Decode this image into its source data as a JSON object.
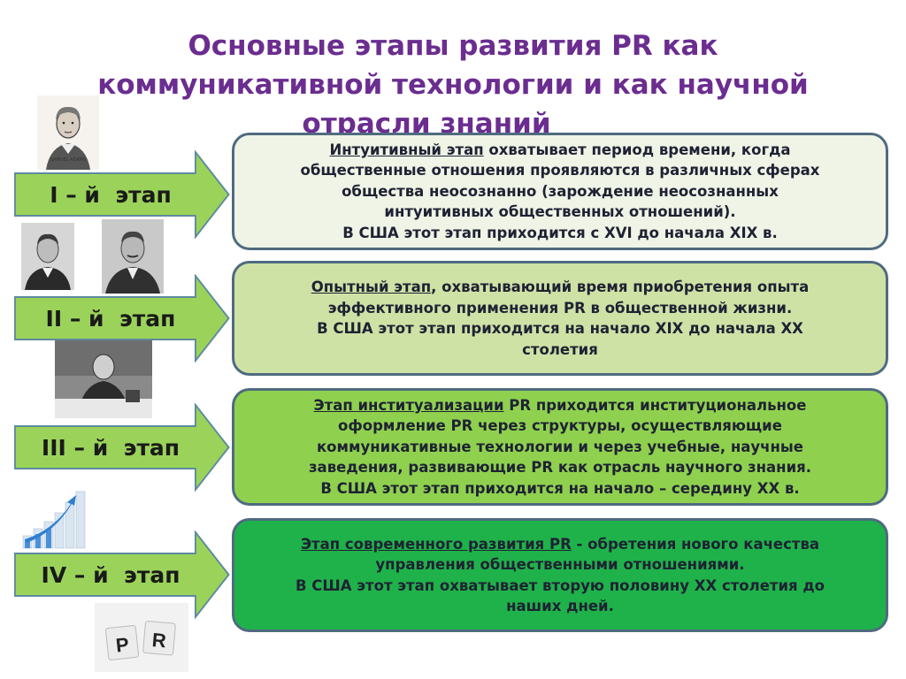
{
  "title": {
    "line1": "Основные этапы развития PR как",
    "line2": "коммуникативной технологии и как научной",
    "line3": "отрасли знаний"
  },
  "portrait_caption": "SAMUEL ADAMS",
  "pr_tile_letters": [
    "P",
    "R"
  ],
  "colors": {
    "title": "#6b2d8f",
    "arrow_fill": "#9bd35a",
    "stage1_box": "#eff4e6",
    "stage2_box": "#cfe2a6",
    "stage3_box": "#8fd14f",
    "stage4_box": "#1fb24a"
  },
  "stages": [
    {
      "label": "I – й  этап",
      "name": "Интуитивный этап",
      "lines": [
        " охватывает период времени, когда",
        "общественные отношения проявляются в различных сферах",
        "общества неосознанно (зарождение неосознанных",
        "интуитивных общественных отношений).",
        "В США этот этап приходится с XVI до начала XIX в."
      ]
    },
    {
      "label": "II – й  этап",
      "name": "Опытный этап",
      "lines": [
        ", охватывающий время приобретения опыта",
        "эффективного применения PR в общественной жизни.",
        "В США этот этап приходится на начало XIX до начала XX",
        "столетия"
      ]
    },
    {
      "label": "III – й  этап",
      "name": "Этап институализации",
      "lines": [
        " PR приходится институциональное",
        "оформление PR через структуры, осуществляющие",
        "коммуникативные технологии и через учебные, научные",
        "заведения, развивающие PR как отрасль научного знания.",
        "В США этот этап приходится на начало – середину XX в."
      ]
    },
    {
      "label": "IV – й  этап",
      "name": "Этап современного развития PR",
      "lines": [
        "  -  обретения нового качества",
        "управления общественными отношениями.",
        "В США этот этап охватывает вторую половину XX столетия до",
        "наших дней."
      ]
    }
  ]
}
